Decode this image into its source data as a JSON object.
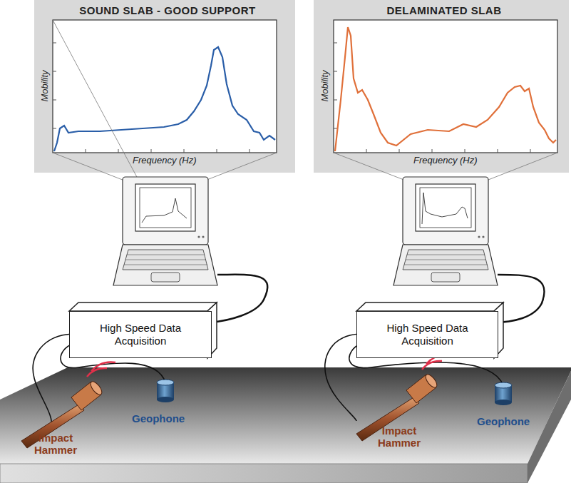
{
  "diagram": {
    "nodes": [
      {
        "text": [
          "SOUND SLAB - GOOD SUPPORT"
        ]
      },
      {
        "text": [
          "DELAMINATED SLAB"
        ]
      },
      {
        "text": [
          "High Speed Data Acquisition"
        ]
      },
      {
        "text": [
          "High Speed Data Acquisition"
        ]
      }
    ],
    "labels": [
      "Mobility",
      "Frequency (Hz)",
      "Mobility",
      "Frequency (Hz)",
      "Impact Hammer",
      "Geophone",
      "Impact Hammer",
      "Geophone"
    ]
  }
}
